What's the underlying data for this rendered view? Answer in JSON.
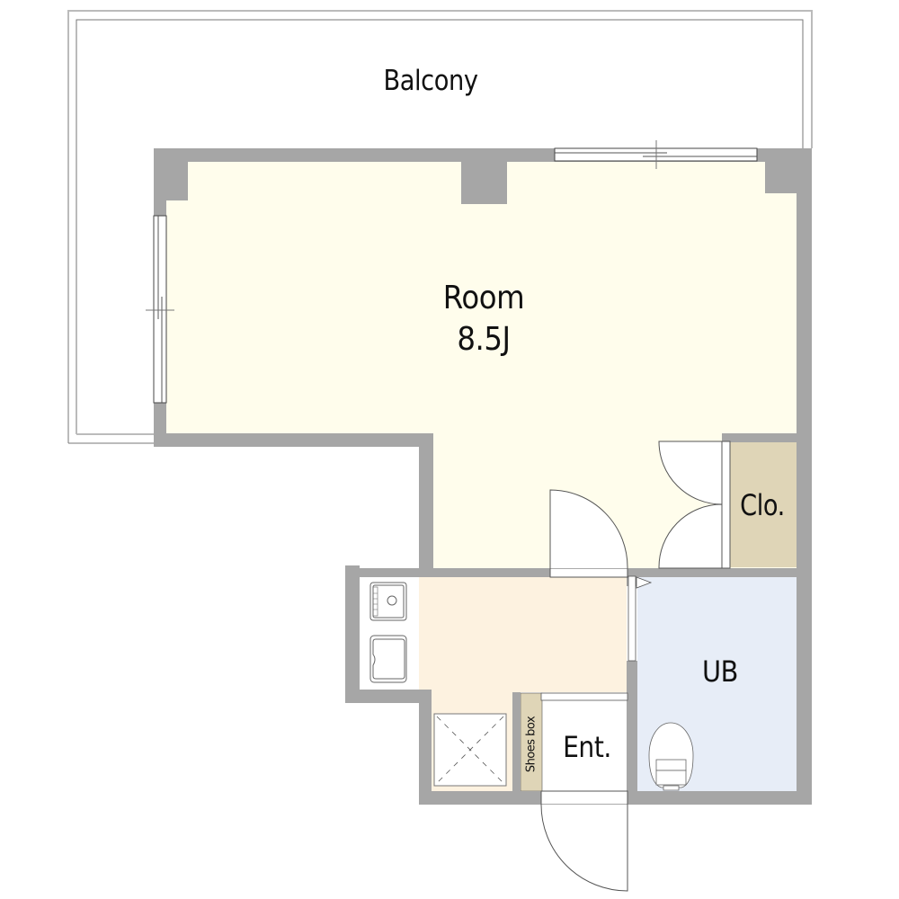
{
  "floor_plan": {
    "rooms": [
      {
        "id": "balcony",
        "label": "Balcony"
      },
      {
        "id": "room",
        "label": "Room",
        "size": "8.5J"
      },
      {
        "id": "closet",
        "label": "Clo."
      },
      {
        "id": "unit-bath",
        "label": "UB"
      },
      {
        "id": "entrance",
        "label": "Ent."
      },
      {
        "id": "shoes-box",
        "label": "Shoes box"
      },
      {
        "id": "kitchen",
        "label": ""
      }
    ],
    "colors": {
      "wall": "#a6a6a6",
      "room_fill": "#fffdec",
      "kitchen_fill": "#fdf2e0",
      "closet_fill": "#dfd5b7",
      "bath_fill": "#e7edf7",
      "shoes_fill": "#dfd5b7",
      "line": "#555555"
    }
  }
}
